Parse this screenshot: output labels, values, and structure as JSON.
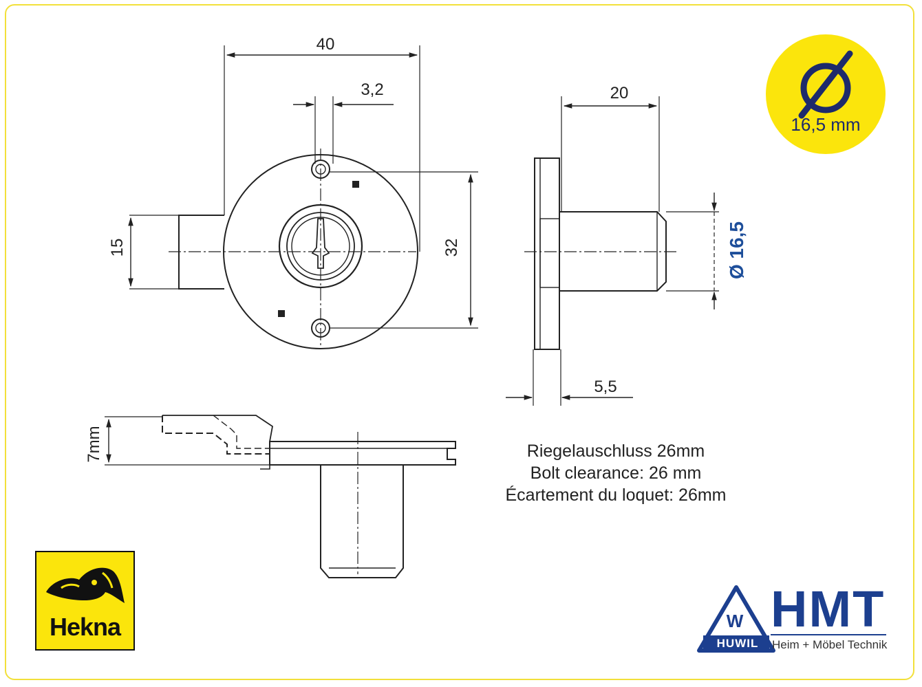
{
  "dimensions": {
    "width_40": "40",
    "slot_3_2": "3,2",
    "depth_20": "20",
    "height_32": "32",
    "bolt_15": "15",
    "diameter_16_5": "Ø 16,5",
    "flange_5_5": "5,5",
    "bolt_7mm": "7mm"
  },
  "notes": {
    "de": "Riegelauschluss 26mm",
    "en": "Bolt clearance: 26 mm",
    "fr": "Écartement du loquet: 26mm"
  },
  "badge": {
    "symbol": "diameter-icon",
    "size": "16,5 mm"
  },
  "brands": {
    "hekna": "Hekna",
    "hmt": "HMT",
    "huwil": "HUWIL",
    "w_letter": "W",
    "hmt_subtitle": "Heim + Möbel Technik"
  },
  "colors": {
    "badge_yellow": "#fbe50c",
    "frame_yellow": "#f2e03a",
    "brand_blue": "#1c3f8f",
    "dimension_blue": "#1d4e9a"
  }
}
